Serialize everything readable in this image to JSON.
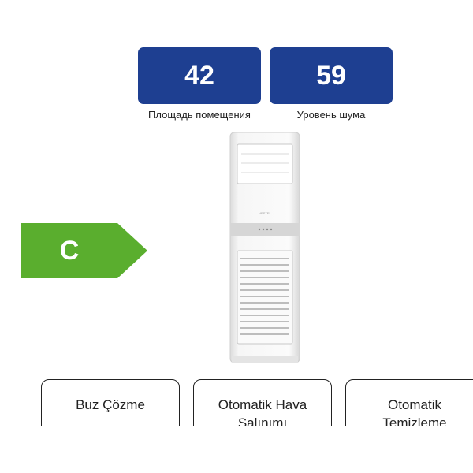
{
  "specs": [
    {
      "value": "42",
      "label": "Площадь помещения"
    },
    {
      "value": "59",
      "label": "Уровень шума"
    }
  ],
  "energy": {
    "class_letter": "C",
    "color": "#5aae2e"
  },
  "product": {
    "brand_label": "VESTEL",
    "image": "floor-standing-air-conditioner"
  },
  "features": [
    {
      "line1": "Buz Çözme",
      "line2": ""
    },
    {
      "line1": "Otomatik Hava",
      "line2": "Salınımı"
    },
    {
      "line1": "Otomatik",
      "line2": "Temizleme"
    }
  ],
  "colors": {
    "badge_bg": "#1e3f91",
    "badge_text": "#ffffff",
    "energy_green": "#5aae2e"
  }
}
